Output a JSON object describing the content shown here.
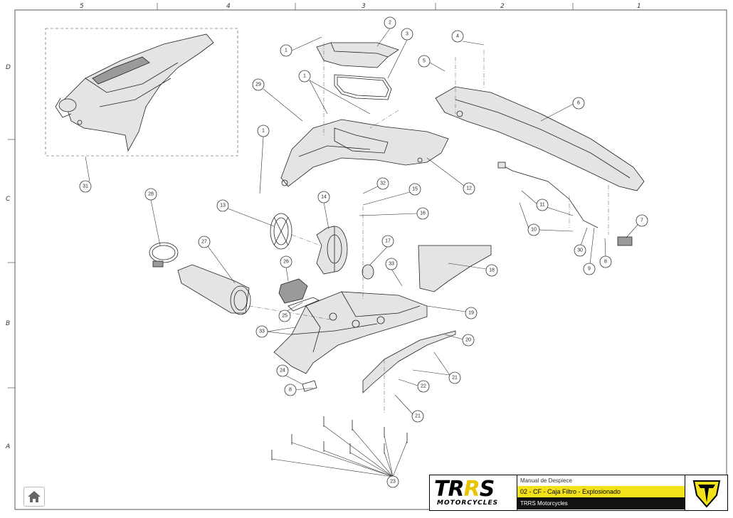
{
  "frame": {
    "columns": [
      "5",
      "4",
      "3",
      "2",
      "1"
    ],
    "rows": [
      "D",
      "C",
      "B",
      "A"
    ]
  },
  "callouts": [
    {
      "label": "1"
    },
    {
      "label": "2"
    },
    {
      "label": "3"
    },
    {
      "label": "4"
    },
    {
      "label": "5"
    },
    {
      "label": "6"
    },
    {
      "label": "29"
    },
    {
      "label": "1"
    },
    {
      "label": "1"
    },
    {
      "label": "31"
    },
    {
      "label": "12"
    },
    {
      "label": "32"
    },
    {
      "label": "15"
    },
    {
      "label": "16"
    },
    {
      "label": "28"
    },
    {
      "label": "13"
    },
    {
      "label": "14"
    },
    {
      "label": "11"
    },
    {
      "label": "10"
    },
    {
      "label": "7"
    },
    {
      "label": "30"
    },
    {
      "label": "9"
    },
    {
      "label": "8"
    },
    {
      "label": "27"
    },
    {
      "label": "17"
    },
    {
      "label": "26"
    },
    {
      "label": "33"
    },
    {
      "label": "18"
    },
    {
      "label": "25"
    },
    {
      "label": "19"
    },
    {
      "label": "33"
    },
    {
      "label": "20"
    },
    {
      "label": "24"
    },
    {
      "label": "21"
    },
    {
      "label": "22"
    },
    {
      "label": "8"
    },
    {
      "label": "21"
    },
    {
      "label": "23"
    }
  ],
  "title_block": {
    "logo_part1": "TR",
    "logo_part2": "R",
    "logo_part3": "S",
    "logo_sub": "MOTORCYCLES",
    "doc_type": "Manual de Despiece",
    "drawing_title": "02 - CF - Caja Filtro - Explosionado",
    "company": "TRRS Motorcycles",
    "accent_color": "#f3e21a"
  },
  "home_button": {
    "icon": "home-icon"
  }
}
